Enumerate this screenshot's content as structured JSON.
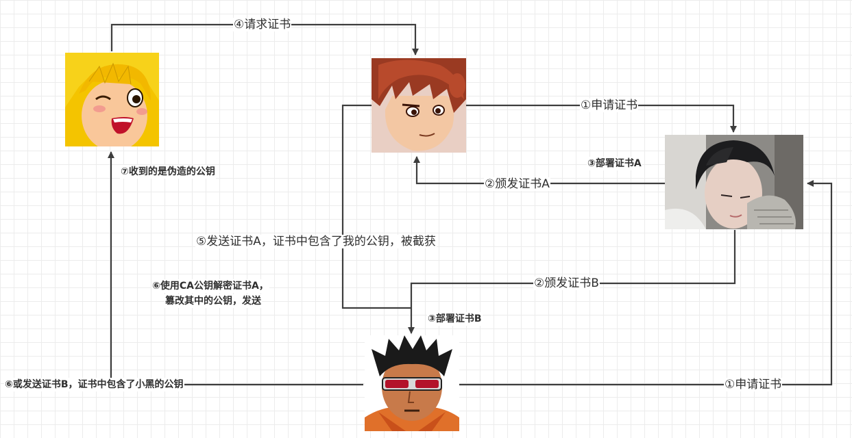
{
  "labels": {
    "step4_request": "④请求证书",
    "step1_apply_top": "①申请证书",
    "step3_deploy_a": "③部署证书A",
    "step2_issue_a": "②颁发证书A",
    "step7_received_fake": "⑦收到的是伪造的公钥",
    "step5_send_a": "⑤发送证书A，证书中包含了我的公钥，被截获",
    "step6_decrypt_line1": "⑥使用CA公钥解密证书A，",
    "step6_decrypt_line2": "篡改其中的公钥，发送",
    "step2_issue_b": "②颁发证书B",
    "step3_deploy_b": "③部署证书B",
    "step6_send_b": "⑥或发送证书B，证书中包含了小黑的公钥",
    "step1_apply_bottom": "①申请证书"
  },
  "colors": {
    "line": "#3d3d3d",
    "grid": "#ececec",
    "text": "#2f2f2f"
  },
  "icons": {
    "client": "blonde-girl-avatar",
    "server": "red-haired-man-avatar",
    "ca": "black-haired-man-photo",
    "attacker": "sunglasses-man-avatar"
  }
}
